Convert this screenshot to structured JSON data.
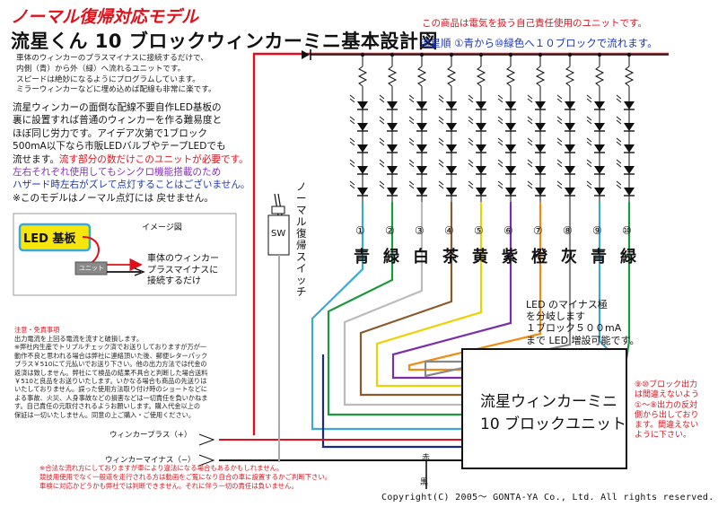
{
  "title_red": "ノーマル復帰対応モデル",
  "title_main": "流星くん 10 ブロックウィンカーミニ基本設計図",
  "notice": "この商品は電気を扱う自己責任使用のユニットです。",
  "flow_order": "流星順 ①青から⑩緑色へ１０ブロックで流れます。",
  "description_lines": [
    "車体のウィンカーのプラスマイナスに接続するだけで、",
    "内側（青）から外（緑）へ流れるユニットです。",
    "スピードは絶妙になるようにプログラムしています。",
    "ミラーウィンカーなどに埋め込めば配線も非常に楽です。"
  ],
  "body_lines": [
    "流星ウィンカーの面倒な配線不要自作LED基板の",
    "裏に設置すれば普通のウィンカーを作る難易度と",
    "ほぼ同じ労力です。アイデア次第で1ブロック",
    "500mA以下なら市販LEDバルブやテープLEDでも"
  ],
  "body_line5_prefix": "流せます。",
  "body_line5_red": "流す部分の数だけこのユニットが必要です。",
  "body_blue_lines": [
    "左右それぞれ使用してもシンクロ機能搭載のため",
    "ハザード時左右がズレて点灯することはございません。"
  ],
  "body_last": "※このモデルはノーマル点灯には 戻せません。",
  "image_label": "イメージ図",
  "led_board": "LED 基板",
  "unit_small": "ユニット",
  "wiring_desc": [
    "車体のウィンカー",
    "プラスマイナスに",
    "接続するだけ"
  ],
  "sw_label": "SW",
  "switch_label": "ノーマル復帰スイッチ",
  "channels": [
    {
      "num": "①",
      "name": "青",
      "color": "#3aa9d6"
    },
    {
      "num": "②",
      "name": "緑",
      "color": "#1a9a3a"
    },
    {
      "num": "③",
      "name": "白",
      "color": "#bbbbbb"
    },
    {
      "num": "④",
      "name": "茶",
      "color": "#8a5a2b"
    },
    {
      "num": "⑤",
      "name": "黄",
      "color": "#f0d000"
    },
    {
      "num": "⑥",
      "name": "紫",
      "color": "#7a2fa8"
    },
    {
      "num": "⑦",
      "name": "橙",
      "color": "#f08a10"
    },
    {
      "num": "⑧",
      "name": "灰",
      "color": "#888888"
    },
    {
      "num": "⑨",
      "name": "青",
      "color": "#3aa9d6"
    },
    {
      "num": "⑩",
      "name": "緑",
      "color": "#1a9a3a"
    }
  ],
  "minus_note": [
    "LED のマイナス極",
    "を分岐します",
    "１ブロック５００mA",
    "まで LED 増設可能です。"
  ],
  "unit_name": [
    "流星ウィンカーミニ",
    "10 ブロックユニット"
  ],
  "right_note": [
    "⑨⑩ブロック出力",
    "は間違えないよう",
    "①〜⑧出力の反対",
    "側から出しており",
    "ます。間違えない",
    "ように下さい。"
  ],
  "notes_title": "注意・免責事項",
  "notes_lines": [
    "出力電流を上回る電流を流すと破損します。",
    "※弊社内生産でトリプルチェック済でお送りしておりますが万が一",
    "動作不良と思われる場合は弊社に連絡頂いた後、郵便レターパック",
    "プラス￥510にて元払いでお送り下さい。他の出力方法では代金の",
    "返済は致しません。弊社にて検品の結果不具合と判断した場合送料",
    "￥510と良品をお送りいたします。いかなる場合も商品の先送りは",
    "いたしておりません。誤った使用方法取り付け時のショートなどに",
    "よる事故、火災、人身事故などの損害などは一切責任を負いかねま",
    "す。自己責任の元取付されるようお願いします。購入代金以上の",
    "保証は一切いたしません。同意の上ご購入・ご使用ください。"
  ],
  "winker_plus": "ウィンカープラス（+）",
  "winker_minus": "ウィンカーマイナス（−）",
  "wire_red": "赤",
  "wire_black": "黒",
  "footer_lines": [
    "※合法な流れ方にしておりますが車により違法になる場合もあるかもしれません。",
    "競技用使用でなく一般道を走行される方は動画をご覧になり自合の車に設置するかご判断下さい。",
    "車検に対応かどうかも弊社では判断できません。それに伴う一切の責任は負いません。"
  ],
  "copyright": "Copyright(C)  2005〜 GONTA-YA Co., Ltd.  All rights reserved."
}
